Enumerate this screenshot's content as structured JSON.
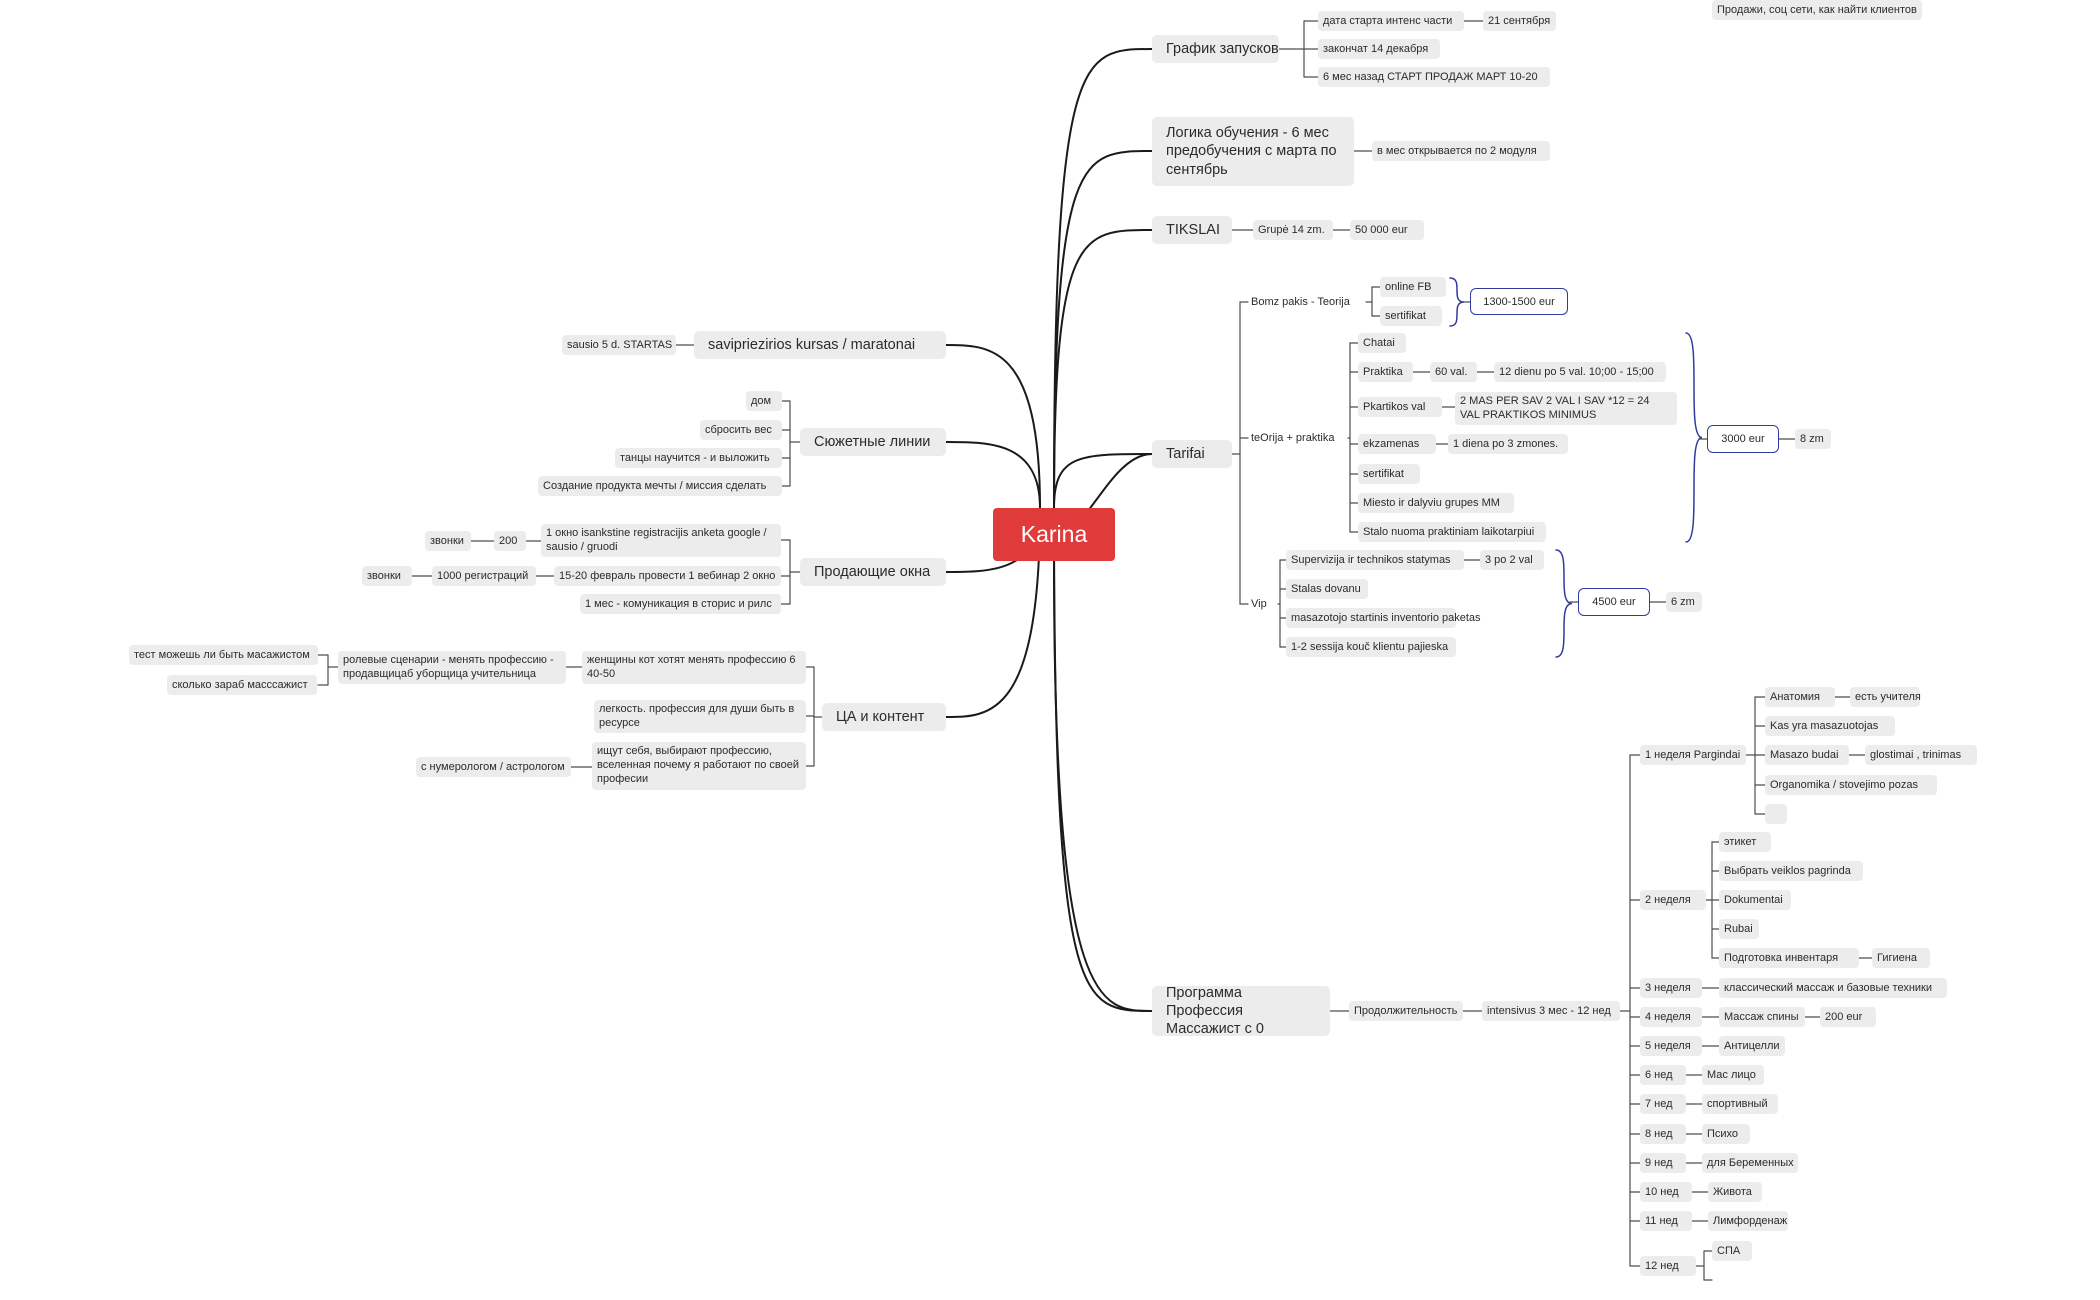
{
  "colors": {
    "root_fill": "#e03a3a",
    "link_line": "#1a1a1a",
    "child_line": "#4d4d4d",
    "summary_bracket": "#2f3c9e",
    "node_fill": "#ececec"
  },
  "mindmap": {
    "root": "Karina",
    "right": {
      "schedule": {
        "label": "График запусков",
        "items": [
          "дата старта интенс части",
          "21 сентября",
          "закончат 14 декабря",
          "6 мес назад СТАРТ ПРОДАЖ МАРТ 10-20"
        ]
      },
      "logic": {
        "label": "Логика обучения - 6 мес предобучения с марта по сентябрь",
        "item": "в мес открывается по 2 модуля"
      },
      "tikslai": {
        "label": "TIKSLAI",
        "items": [
          "Grupė 14 zm.",
          "50 000 eur"
        ]
      },
      "tarifai": {
        "label": "Tarifai",
        "bomz": {
          "label": "Bomz pakis  - Teorija",
          "items": [
            "online FB",
            "sertifikat"
          ],
          "summary": "1300-1500 eur"
        },
        "teorija": {
          "label": "teOrija + praktika",
          "summary": "3000 eur",
          "summary_extra": "8 zm",
          "items": [
            "Chatai",
            "Praktika",
            "60 val.",
            "12 dienu po 5 val. 10;00 - 15;00",
            "Pkartikos val",
            "2 MAS PER SAV 2 VAL I SAV *12 = 24 VAL PRAKTIKOS MINIMUS",
            "ekzamenas",
            "1 diena po 3 zmones.",
            "sertifikat",
            "Miesto ir dalyviu grupes MM",
            "Stalo nuoma praktiniam laikotarpiui"
          ]
        },
        "vip": {
          "label": "Vip",
          "summary": "4500 eur",
          "summary_extra": "6 zm",
          "items": [
            "Supervizija ir technikos statymas",
            "3 po 2 val",
            "Stalas dovanu",
            "masazotojo startinis inventorio paketas",
            "1-2 sessija kouč klientu pajieska"
          ]
        }
      },
      "program": {
        "label": "Программа Профессия Массажист с 0",
        "duration": "Продолжительность",
        "intensive": "intensivus 3 мес - 12 нед",
        "week1": {
          "label": "1 неделя Pargindai",
          "items": [
            "Анатомия",
            "есть учителя",
            "Kas yra masazuotojas",
            "Masazo budai",
            "glostimai , trinimas",
            "Organomika / stovejimo pozas"
          ]
        },
        "week2": {
          "label": "2 неделя",
          "items": [
            "этикет",
            "Выбрать veiklos pagrinda",
            "Dokumentai",
            "Rubai",
            "Подготовка инвентаря",
            "Гигиена"
          ]
        },
        "weeks": [
          {
            "label": "3 неделя",
            "value": "классический массаж и базовые техники"
          },
          {
            "label": "4 неделя",
            "value": "Массаж спины",
            "extra": "200 eur"
          },
          {
            "label": "5 неделя",
            "value": "Антицелли"
          },
          {
            "label": "6 нед",
            "value": "Мас лицо"
          },
          {
            "label": "7 нед",
            "value": "спортивный"
          },
          {
            "label": "8 нед",
            "value": "Психо"
          },
          {
            "label": "9 нед",
            "value": "для Беременных"
          },
          {
            "label": "10 нед",
            "value": "Живота"
          },
          {
            "label": "11 нед",
            "value": "Лимфорденаж"
          }
        ],
        "week12": {
          "label": "12 нед",
          "items": [
            "СПА",
            "Продажи, соц сети, как найти клиентов"
          ]
        }
      }
    },
    "left": {
      "course": {
        "label": "savipriezirios kursas / maratonai",
        "item": "sausio 5 d. STARTAS"
      },
      "plot": {
        "label": "Сюжетные линии",
        "items": [
          "дом",
          "сбросить вес",
          "танцы научится - и выложить",
          "Создание продукта мечты / миссия сделать"
        ]
      },
      "windows": {
        "label": "Продающие окна",
        "items": [
          "1 окно isankstine registracijis anketa google / sausio / gruodi",
          "200",
          "звонки",
          "15-20 февраль провести 1 вебинар 2 окно",
          "1000 регистраций",
          "звонки",
          "1 мес - комуникация в сторис и рилс"
        ]
      },
      "audience": {
        "label": "ЦА и контент",
        "items": [
          "женщины кот хотят менять профессию 6 40-50",
          "ролевые сценарии - менять профессию - продавщицаб уборщица учительница",
          "тест можешь ли быть масажистом",
          "сколько зараб масссажист",
          "легкость.  профессия для души быть в ресурсе",
          "ищут себя, выбирают профессию, вселенная почему я работают по своей професии",
          "с нумерологом / астрологом"
        ]
      }
    }
  }
}
